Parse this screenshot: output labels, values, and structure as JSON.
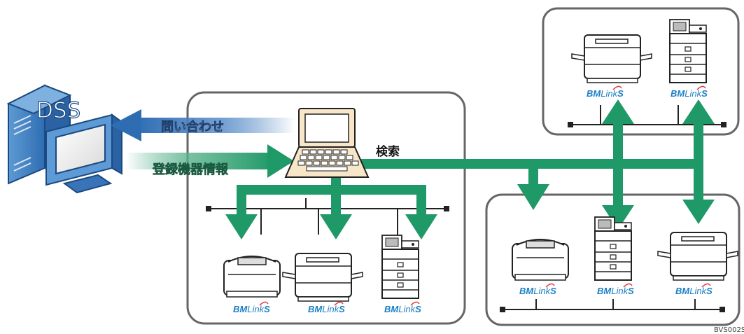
{
  "server": {
    "label": "DSS"
  },
  "arrows": {
    "inquiry": "問い合わせ",
    "registered_info": "登録機器情報",
    "search": "検索"
  },
  "brand": {
    "prefix": "BM",
    "suffix": "Link",
    "tail": "S"
  },
  "figure_code": "BVS002S",
  "colors": {
    "arrow_green": "#1f9968",
    "arrow_blue": "#2f6db3",
    "box_border": "#666666",
    "brand_blue": "#1d7fc4",
    "brand_red": "#e23a3a"
  }
}
